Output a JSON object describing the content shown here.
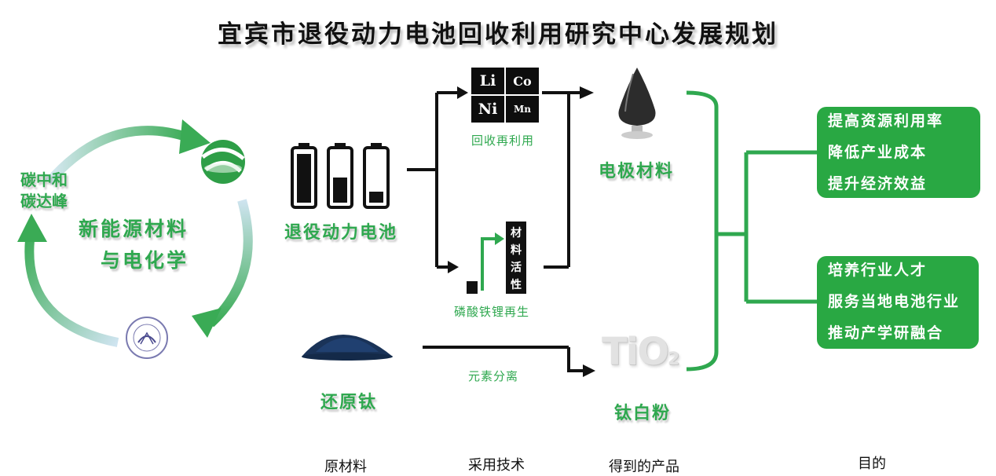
{
  "title": "宜宾市退役动力电池回收利用研究中心发展规划",
  "cycle": {
    "left_label_1": "碳中和",
    "left_label_2": "碳达峰",
    "center_line_1": "新能源材料",
    "center_line_2": "与电化学"
  },
  "raw": {
    "battery_label": "退役动力电池",
    "titanium_label": "还原钛"
  },
  "tech": {
    "recycle_label": "回收再利用",
    "lfp_label": "磷酸铁锂再生",
    "separation_label": "元素分离",
    "material_activity": [
      "材",
      "料",
      "活",
      "性"
    ]
  },
  "elements": [
    "Li",
    "Co",
    "Ni",
    "Mn"
  ],
  "products": {
    "electrode_label": "电极材料",
    "tio2_label": "钛白粉",
    "tio2_formula": "TiO",
    "tio2_sub": "2"
  },
  "goals": {
    "box1": [
      "提高资源利用率",
      "降低产业成本",
      "提升经济效益"
    ],
    "box2": [
      "培养行业人才",
      "服务当地电池行业",
      "推动产学研融合"
    ]
  },
  "columns": [
    "原材料",
    "采用技术",
    "得到的产品",
    "目的"
  ],
  "colors": {
    "green": "#2fa84f",
    "box_green": "#29a843",
    "black": "#0d0d0d"
  }
}
